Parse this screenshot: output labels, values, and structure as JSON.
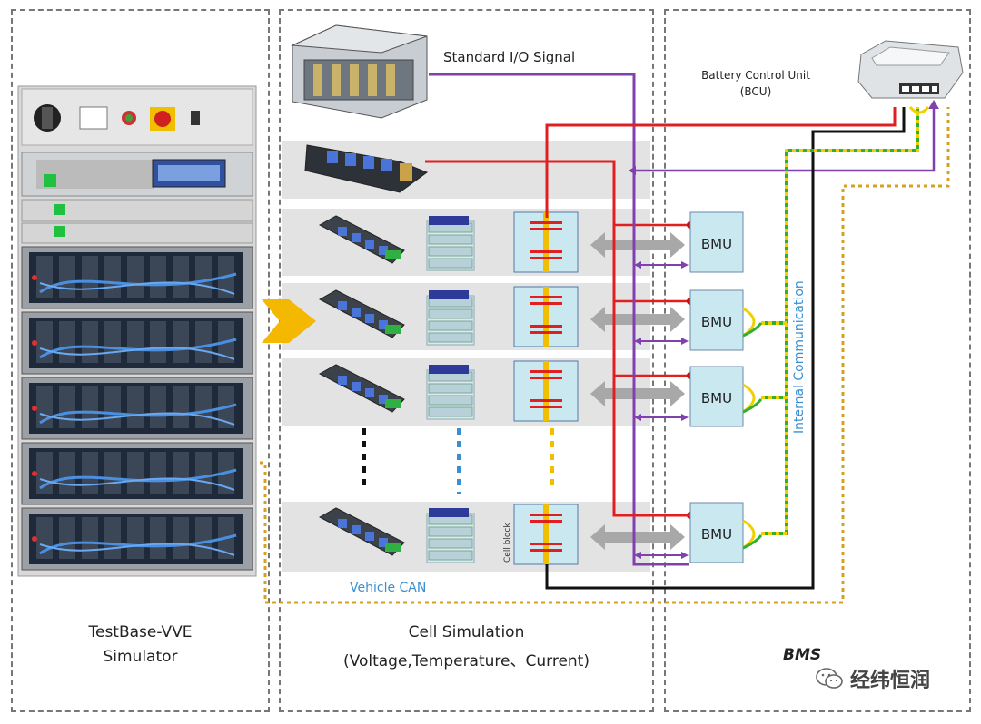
{
  "panels": {
    "simulator": {
      "line1": "TestBase-VVE",
      "line2": "Simulator"
    },
    "cell_sim": {
      "line1": "Cell Simulation",
      "line2": "(Voltage,Temperature、Current)"
    },
    "bms": {
      "label": "BMS"
    }
  },
  "labels": {
    "io_signal": "Standard I/O Signal",
    "bcu_line1": "Battery Control Unit",
    "bcu_line2": "(BCU)",
    "internal_comm": "Internal Communication",
    "vehicle_can": "Vehicle CAN",
    "cell_block": "Cell block",
    "bmu": "BMU"
  },
  "watermark": {
    "text": "经纬恒润"
  },
  "colors": {
    "power": "#e02020",
    "io": "#8040b0",
    "comm": "#f0c000",
    "comm_alt": "#30b030",
    "can": "#d8a020",
    "ground": "#111111",
    "bmu_fill": "#c9e8f0",
    "label_blue": "#3a8fd0"
  }
}
